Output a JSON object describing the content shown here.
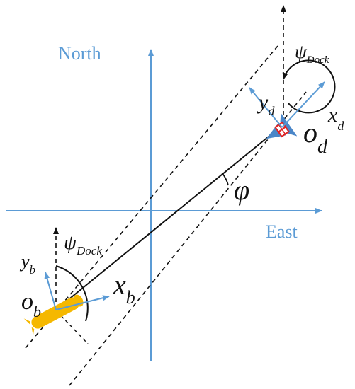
{
  "axes": {
    "north_label": "North",
    "east_label": "East"
  },
  "symbols": {
    "psi": "ψ",
    "dock_subscript": "Dock",
    "phi": "φ",
    "x": "x",
    "y": "y",
    "o": "o",
    "d": "d",
    "b": "b"
  },
  "colors": {
    "axis_blue": "#5b9bd5",
    "vehicle_yellow": "#f5b800",
    "dock_blue": "#4a86c8",
    "dock_red": "#e02020",
    "line_black": "#111111"
  }
}
